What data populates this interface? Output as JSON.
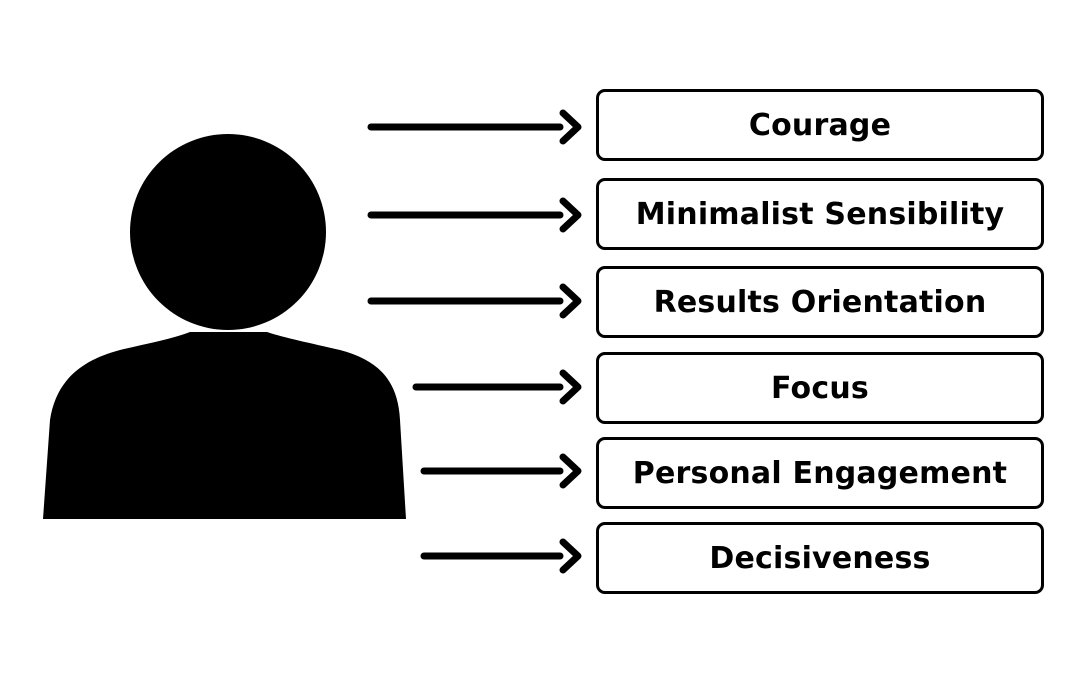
{
  "diagram": {
    "figure": {
      "icon": "person-silhouette-icon",
      "color": "#000000"
    },
    "arrow_color": "#000000",
    "traits": [
      {
        "label": "Courage",
        "icon": "arrow-right-icon"
      },
      {
        "label": "Minimalist Sensibility",
        "icon": "arrow-right-icon"
      },
      {
        "label": "Results Orientation",
        "icon": "arrow-right-icon"
      },
      {
        "label": "Focus",
        "icon": "arrow-right-icon"
      },
      {
        "label": "Personal Engagement",
        "icon": "arrow-right-icon"
      },
      {
        "label": "Decisiveness",
        "icon": "arrow-right-icon"
      }
    ]
  }
}
